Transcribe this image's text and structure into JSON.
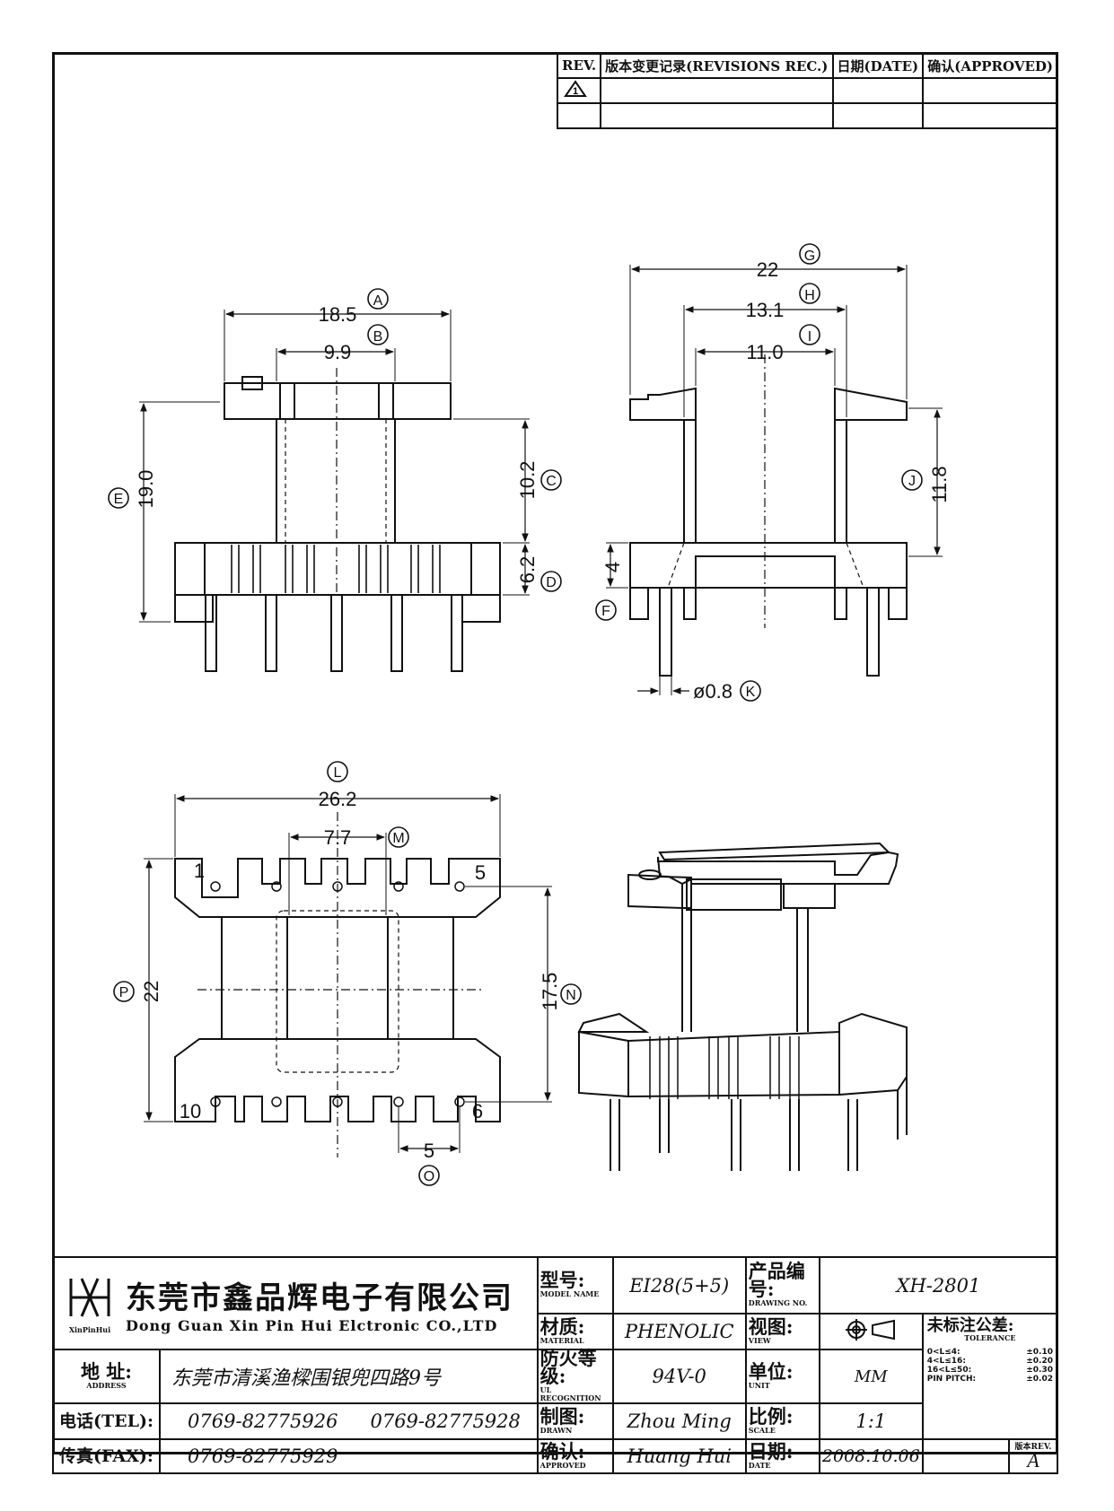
{
  "revision_block": {
    "headers": {
      "rev": "REV.",
      "record": "版本变更记录(REVISIONS REC.)",
      "date": "日期(DATE)",
      "approved": "确认(APPROVED)"
    },
    "rev_symbol": "1"
  },
  "dimensions": {
    "A": {
      "letter": "A",
      "value": "18.5"
    },
    "B": {
      "letter": "B",
      "value": "9.9"
    },
    "C": {
      "letter": "C",
      "value": "10.2"
    },
    "D": {
      "letter": "D",
      "value": "6.2"
    },
    "E": {
      "letter": "E",
      "value": "19.0"
    },
    "F": {
      "letter": "F",
      "value": "4"
    },
    "G": {
      "letter": "G",
      "value": "22"
    },
    "H": {
      "letter": "H",
      "value": "13.1"
    },
    "I": {
      "letter": "I",
      "value": "11.0"
    },
    "J": {
      "letter": "J",
      "value": "11.8"
    },
    "K": {
      "letter": "K",
      "value": "ø0.8"
    },
    "L": {
      "letter": "L",
      "value": "26.2"
    },
    "M": {
      "letter": "M",
      "value": "7.7"
    },
    "N": {
      "letter": "N",
      "value": "17.5"
    },
    "O": {
      "letter": "O",
      "value": "5"
    },
    "P": {
      "letter": "P",
      "value": "22"
    }
  },
  "pin_labels": {
    "p1": "1",
    "p5": "5",
    "p6": "6",
    "p10": "10"
  },
  "title_block": {
    "logo_text": "XinPinHui",
    "company_cn": "东莞市鑫品辉电子有限公司",
    "company_en": "Dong Guan Xin Pin Hui Elctronic CO.,LTD",
    "address_label": "地  址:",
    "address_sub": "ADDRESS",
    "address": "东莞市清溪渔樑围银兜四路9号",
    "tel_label": "电话(TEL):",
    "tel1": "0769-82775926",
    "tel2": "0769-82775928",
    "fax_label": "传真(FAX):",
    "fax": "0769-82775929",
    "model_label": "型号:",
    "model_sub": "MODEL NAME",
    "model": "EI28(5+5)",
    "material_label": "材质:",
    "material_sub": "MATERIAL",
    "material": "PHENOLIC",
    "ul_label": "防火等级:",
    "ul_sub": "UL RECOGNITION",
    "ul": "94V-0",
    "drawn_label": "制图:",
    "drawn_sub": "DRAWN",
    "drawn": "Zhou Ming",
    "approved_label": "确认:",
    "approved_sub": "APPROVED",
    "approved": "Huang Hui",
    "drawing_no_label": "产品编号:",
    "drawing_no_sub": "DRAWING NO.",
    "drawing_no": "XH-2801",
    "view_label": "视图:",
    "view_sub": "VIEW",
    "unit_label": "单位:",
    "unit_sub": "UNIT",
    "unit": "MM",
    "scale_label": "比例:",
    "scale_sub": "SCALE",
    "scale": "1:1",
    "date_label": "日期:",
    "date_sub": "DATE",
    "date": "2008.10.06",
    "tolerance_title": "未标注公差:",
    "tolerance_sub": "TOLERANCE",
    "tolerances": [
      {
        "range": "0<L≤4:",
        "value": "±0.10"
      },
      {
        "range": "4<L≤16:",
        "value": "±0.20"
      },
      {
        "range": "16<L≤50:",
        "value": "±0.30"
      },
      {
        "range": "PIN PITCH:",
        "value": "±0.02"
      }
    ],
    "rev_label": "版本REV.",
    "rev": "A"
  }
}
